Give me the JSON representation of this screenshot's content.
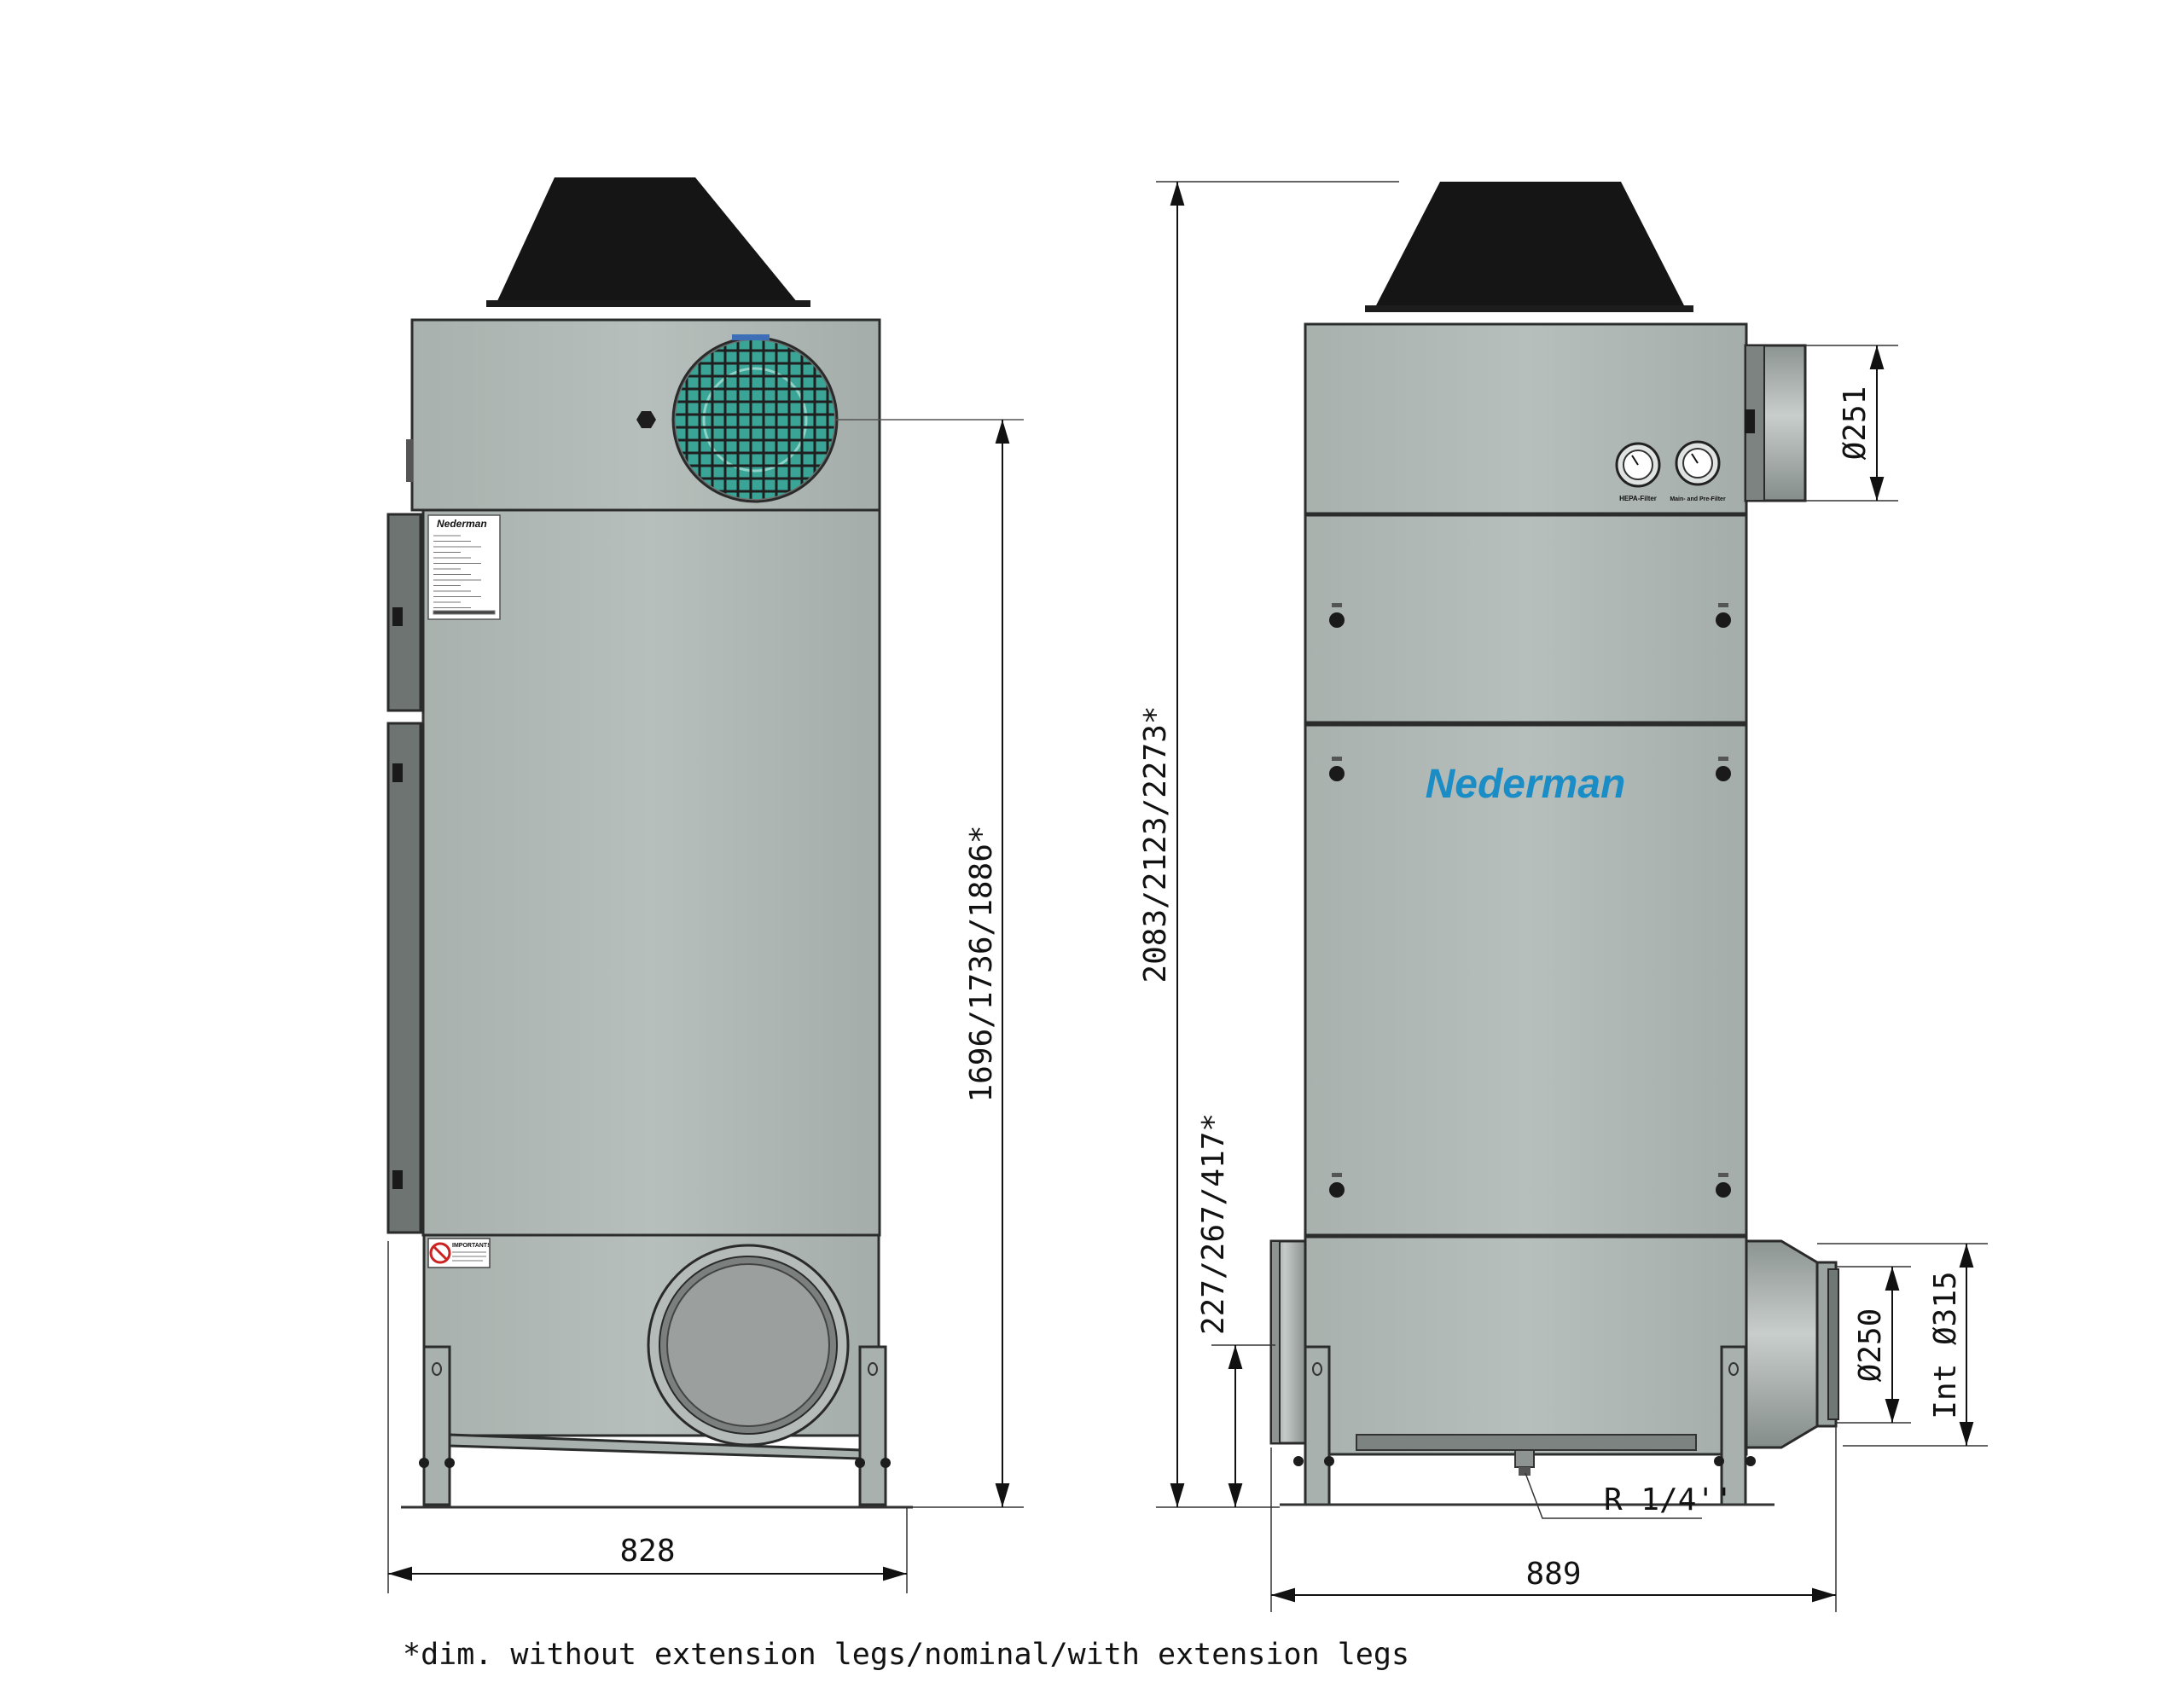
{
  "brand": {
    "name": "Nederman",
    "color": "#1a8dc7"
  },
  "colors": {
    "body": "#b1b9b6",
    "body_dark": "#9ca5a2",
    "edge": "#2b2d2c",
    "hood": "#151515",
    "filter_grid": "#3aa596"
  },
  "side_view": {
    "dims": {
      "width": "828",
      "inlet_height": "1696/1736/1886*"
    },
    "labels": {
      "warning_title": "IMPORTANT!"
    }
  },
  "front_view": {
    "dims": {
      "total_height": "2083/2123/2273*",
      "inlet_height": "227/267/417*",
      "width": "889",
      "outlet_top": "Ø251",
      "inlet_outer": "Ø250",
      "inlet_inner": "Int  Ø315",
      "drain": "R 1/4''"
    },
    "gauges": {
      "left_label": "HEPA-Filter",
      "right_label": "Main- and Pre-Filter"
    }
  },
  "footnote": "*dim. without extension legs/nominal/with extension legs"
}
